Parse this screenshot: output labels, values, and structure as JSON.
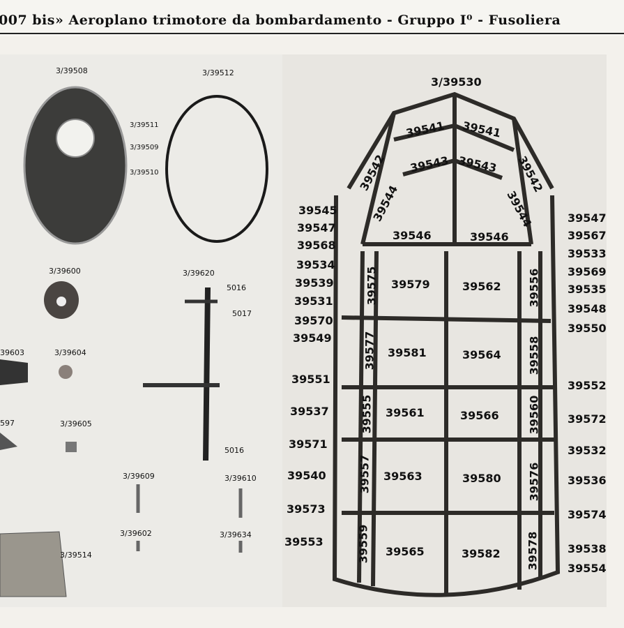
{
  "header": {
    "title": "007 bis» Aeroplano trimotore da bombardamento - Gruppo I⁰ - Fusoliera"
  },
  "parts_left": {
    "p39508": "3/39508",
    "p39512": "3/39512",
    "p39511": "3/39511",
    "p39509": "3/39509",
    "p39510": "3/39510",
    "p39600": "3/39600",
    "p39620": "3/39620",
    "p5016a": "5016",
    "p5017": "5017",
    "p5016b": "5016",
    "p39603": "39603",
    "p39604": "3/39604",
    "p597": "597",
    "p39605": "3/39605",
    "p39609": "3/39609",
    "p39610": "3/39610",
    "p39602": "3/39602",
    "p39634": "3/39634",
    "p39514": "3/39514"
  },
  "frame": {
    "title": "3/39530",
    "left_labels": [
      "39545",
      "39547",
      "39568",
      "39534",
      "39539",
      "39531",
      "39570",
      "39549",
      "39551",
      "39537",
      "39571",
      "39540",
      "39573",
      "39553"
    ],
    "right_labels": [
      "39547",
      "39567",
      "39533",
      "39569",
      "39535",
      "39548",
      "39550",
      "39552",
      "39572",
      "39532",
      "39536",
      "39574",
      "39538",
      "39554"
    ],
    "cells": {
      "c39541a": "39541",
      "c39541b": "39541",
      "c39543a": "39543",
      "c39543b": "39543",
      "c39542a": "39542",
      "c39542b": "39542",
      "c39544a": "39544",
      "c39544b": "39544",
      "c39546a": "39546",
      "c39546b": "39546",
      "c39579": "39579",
      "c39562": "39562",
      "c39581": "39581",
      "c39564": "39564",
      "c39561": "39561",
      "c39566": "39566",
      "c39563": "39563",
      "c39580": "39580",
      "c39565": "39565",
      "c39582": "39582",
      "c39575": "39575",
      "c39577": "39577",
      "c39555": "39555",
      "c39557": "39557",
      "c39559": "39559",
      "c39556": "39556",
      "c39558": "39558",
      "c39560": "39560",
      "c39576": "39576",
      "c39578": "39578"
    }
  }
}
